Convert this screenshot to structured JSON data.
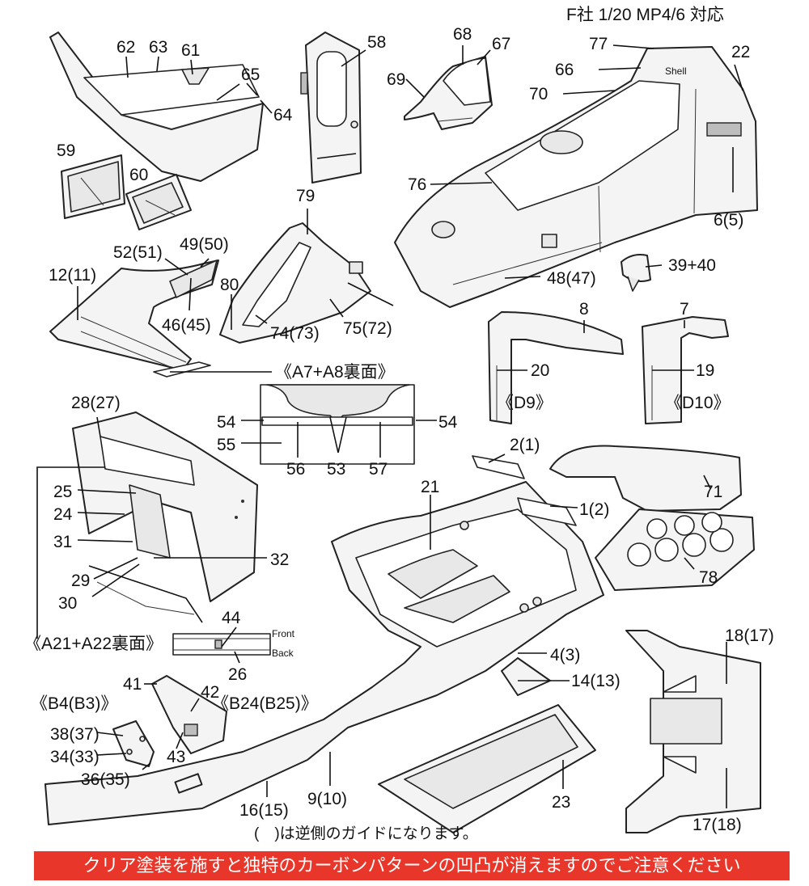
{
  "header": {
    "title": "F社 1/20 MP4/6 対応"
  },
  "labels": {
    "p62": "62",
    "p63": "63",
    "p61": "61",
    "p65": "65",
    "p64": "64",
    "p58": "58",
    "p68": "68",
    "p67": "67",
    "p69": "69",
    "p77": "77",
    "p22": "22",
    "p66": "66",
    "p70": "70",
    "p76": "76",
    "p6_5": "6(5)",
    "p59": "59",
    "p60": "60",
    "p79": "79",
    "p52_51": "52(51)",
    "p49_50": "49(50)",
    "p12_11": "12(11)",
    "p46_45": "46(45)",
    "p80": "80",
    "p74_73": "74(73)",
    "p75_72": "75(72)",
    "p48_47": "48(47)",
    "p39_40": "39+40",
    "p8": "8",
    "p7": "7",
    "p20": "20",
    "p19": "19",
    "d9": "《D9》",
    "d10": "《D10》",
    "a7a8": "《A7+A8裏面》",
    "p28_27": "28(27)",
    "p54_left": "54",
    "p54_right": "54",
    "p55": "55",
    "p56": "56",
    "p53": "53",
    "p57": "57",
    "p2_1": "2(1)",
    "p1_2": "1(2)",
    "p21": "21",
    "p71": "71",
    "p25": "25",
    "p24": "24",
    "p31": "31",
    "p32": "32",
    "p29": "29",
    "p30": "30",
    "p78": "78",
    "a21a22": "《A21+A22裏面》",
    "p44": "44",
    "front": "Front",
    "back": "Back",
    "p26": "26",
    "p18_17": "18(17)",
    "p4_3": "4(3)",
    "p14_13": "14(13)",
    "p41": "41",
    "p42": "42",
    "b24b25": "《B24(B25)》",
    "b4b3": "《B4(B3)》",
    "p38_37": "38(37)",
    "p34_33": "34(33)",
    "p43": "43",
    "p36_35": "36(35)",
    "p16_15": "16(15)",
    "p9_10": "9(10)",
    "p23": "23",
    "p17_18": "17(18)",
    "shell_logo": "Shell"
  },
  "footnote": "(　)は逆側のガイドになります。",
  "warning_banner": "クリア塗装を施すと独特のカーボンパターンの凹凸が消えますのでご注意ください",
  "colors": {
    "banner": "#e8362a",
    "banner_text": "#ffffff",
    "line_art": "#222222"
  }
}
